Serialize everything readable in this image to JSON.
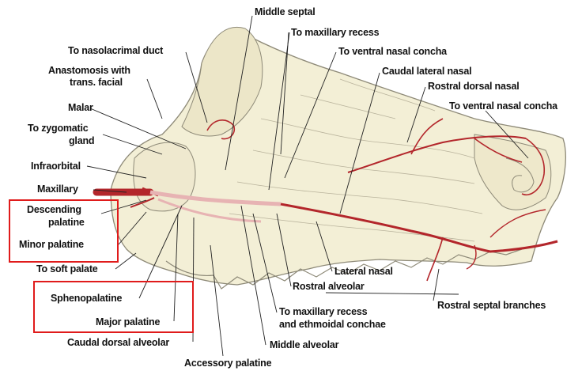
{
  "labels": {
    "middle_septal": "Middle septal",
    "to_maxillary_recess": "To maxillary recess",
    "to_ventral_nasal_concha_top": "To ventral nasal concha",
    "caudal_lateral_nasal": "Caudal lateral nasal",
    "rostral_dorsal_nasal": "Rostral dorsal nasal",
    "to_ventral_nasal_concha_right": "To ventral nasal concha",
    "to_nasolacrimal_duct": "To nasolacrimal duct",
    "anastomosis_line1": "Anastomosis with",
    "anastomosis_line2": "trans. facial",
    "malar": "Malar",
    "to_zygomatic_line1": "To zygomatic",
    "to_zygomatic_line2": "gland",
    "infraorbital": "Infraorbital",
    "maxillary": "Maxillary",
    "descending_line1": "Descending",
    "descending_line2": "palatine",
    "minor_palatine": "Minor palatine",
    "to_soft_palate": "To soft palate",
    "sphenopalatine": "Sphenopalatine",
    "major_palatine": "Major palatine",
    "caudal_dorsal_alveolar": "Caudal dorsal alveolar",
    "accessory_palatine": "Accessory palatine",
    "middle_alveolar": "Middle alveolar",
    "to_maxillary_recess_ethmoidal_line1": "To maxillary recess",
    "to_maxillary_recess_ethmoidal_line2": "and ethmoidal conchae",
    "rostral_alveolar": "Rostral alveolar",
    "lateral_nasal": "Lateral nasal",
    "rostral_septal_branches": "Rostral septal branches"
  },
  "colors": {
    "artery": "#b3262b",
    "artery_light": "#d98a8a",
    "highlight_box": "#e01b1b",
    "bone_fill": "#f3efd6",
    "bone_stroke": "#8e8a78",
    "leader": "#222222"
  }
}
